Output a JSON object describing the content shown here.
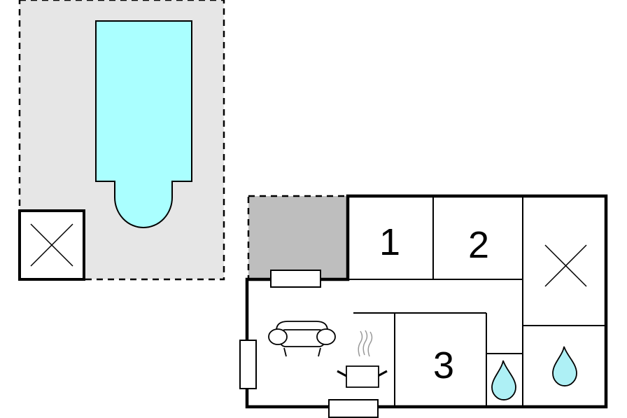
{
  "colors": {
    "terrace": "#e6e6e6",
    "pool": "#aaffff",
    "water": "#aef0f5",
    "covered_area": "#bebebe",
    "wall": "#000000",
    "background": "#ffffff"
  },
  "rooms": {
    "room_1": {
      "label": "1",
      "type": "bedroom"
    },
    "room_2": {
      "label": "2",
      "type": "bedroom"
    },
    "room_3": {
      "label": "3",
      "type": "bedroom"
    }
  },
  "icons": {
    "pool": "pool-icon",
    "stairs_outdoor": "cross-box-icon",
    "stairs_indoor": "cross-box-icon",
    "sofa": "sofa-icon",
    "kitchen": "cooking-pot-icon",
    "shower": "water-drop-icon",
    "bath": "water-drop-icon",
    "windows": "window-icon"
  }
}
